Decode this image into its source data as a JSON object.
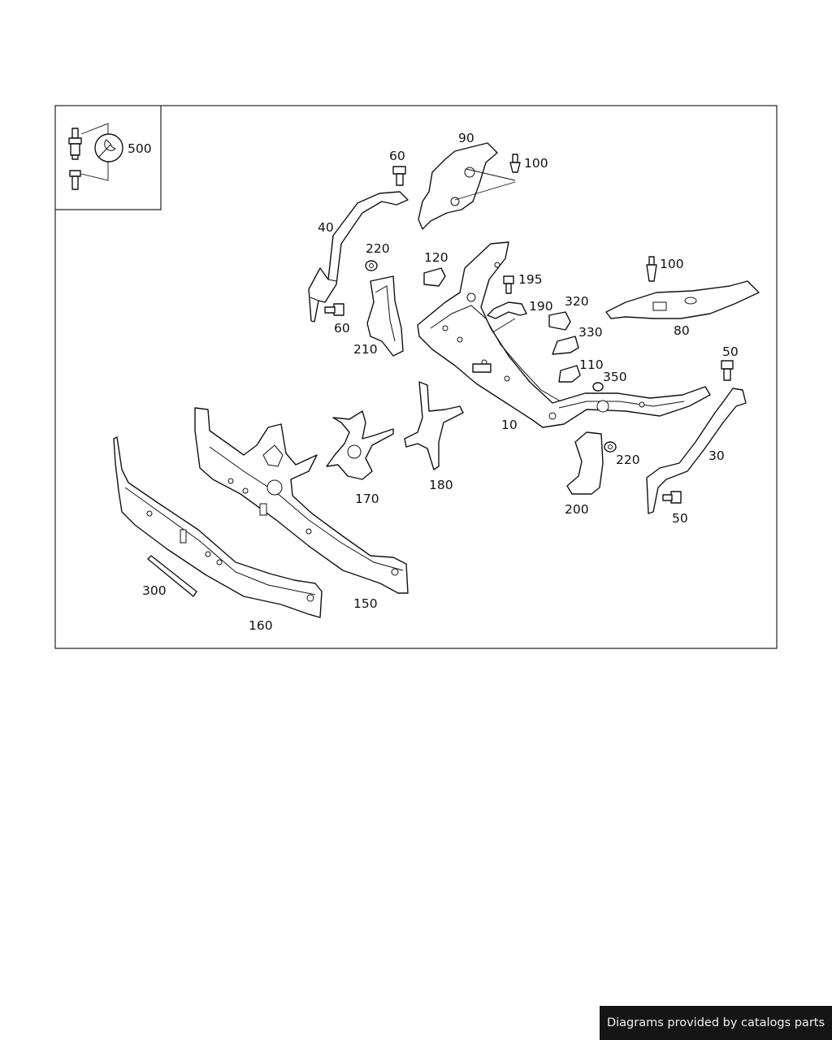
{
  "diagram": {
    "callouts": {
      "c500": "500",
      "c90": "90",
      "c60a": "60",
      "c100a": "100",
      "c40": "40",
      "c220a": "220",
      "c120": "120",
      "c195": "195",
      "c100b": "100",
      "c60b": "60",
      "c190": "190",
      "c320": "320",
      "c330": "330",
      "c80": "80",
      "c210": "210",
      "c110": "110",
      "c350": "350",
      "c50a": "50",
      "c10": "10",
      "c220b": "220",
      "c30": "30",
      "c170": "170",
      "c180": "180",
      "c200": "200",
      "c50b": "50",
      "c300": "300",
      "c150": "150",
      "c160": "160"
    }
  },
  "footer": {
    "credit": "Diagrams provided by catalogs parts"
  }
}
